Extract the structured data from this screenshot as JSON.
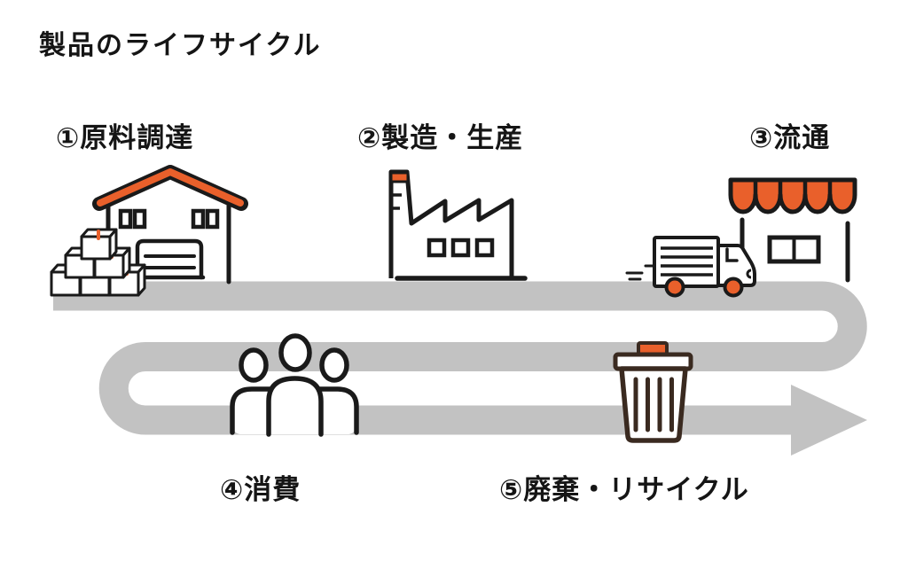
{
  "title": "製品のライフサイクル",
  "stages": [
    {
      "label": "①原料調達"
    },
    {
      "label": "②製造・生産"
    },
    {
      "label": "③流通"
    },
    {
      "label": "④消費"
    },
    {
      "label": "⑤廃棄・リサイクル"
    }
  ],
  "flow": {
    "description": "S-shaped gray arrow: top band left-to-right, U-turn at right, middle band right-to-left, U-turn at left, bottom band left-to-right ending in arrowhead"
  },
  "colors": {
    "accent_orange": "#E9602B",
    "flow_gray": "#C2C2C2",
    "line_black": "#1A1A1A",
    "trash_brown": "#3A2A20",
    "background": "#FFFFFF"
  }
}
